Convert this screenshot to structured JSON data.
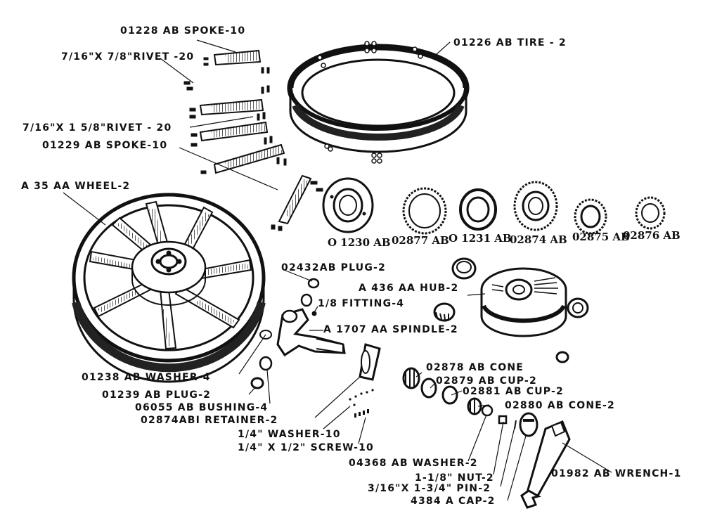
{
  "labels": {
    "spoke_01228": "01228 AB SPOKE-10",
    "rivet_short": "7/16\"X 7/8\"RIVET -20",
    "tire": "01226 AB TIRE - 2",
    "rivet_long": "7/16\"X 1 5/8\"RIVET - 20",
    "spoke_01229": "01229 AB SPOKE-10",
    "wheel": "A 35 AA WHEEL-2",
    "plug_02432": "02432AB PLUG-2",
    "hub": "A 436 AA HUB-2",
    "fitting": "1/8 FITTING-4",
    "spindle": "A 1707 AA SPINDLE-2",
    "washer_01238": "01238 AB WASHER-4",
    "plug_01239": "01239 AB PLUG-2",
    "bushing": "06055 AB BUSHING-4",
    "retainer": "02874ABI RETAINER-2",
    "washer_quarter": "1/4\" WASHER-10",
    "screw_quarter": "1/4\" X 1/2\" SCREW-10",
    "cone_02878": "02878 AB CONE",
    "cup_02879": "02879 AB CUP-2",
    "cup_02881": "02881 AB CUP-2",
    "cone_02880": "02880 AB CONE-2",
    "washer_04368": "04368 AB WASHER-2",
    "nut": "1-1/8\" NUT-2",
    "pin": "3/16\"X 1-3/4\" PIN-2",
    "cap": "4384 A CAP-2",
    "wrench": "01982 AB WRENCH-1"
  },
  "part_numbers": [
    "O 1230 AB",
    "02877 AB",
    "O 1231 AB",
    "02874 AB",
    "02875 AB",
    "02876 AB"
  ]
}
